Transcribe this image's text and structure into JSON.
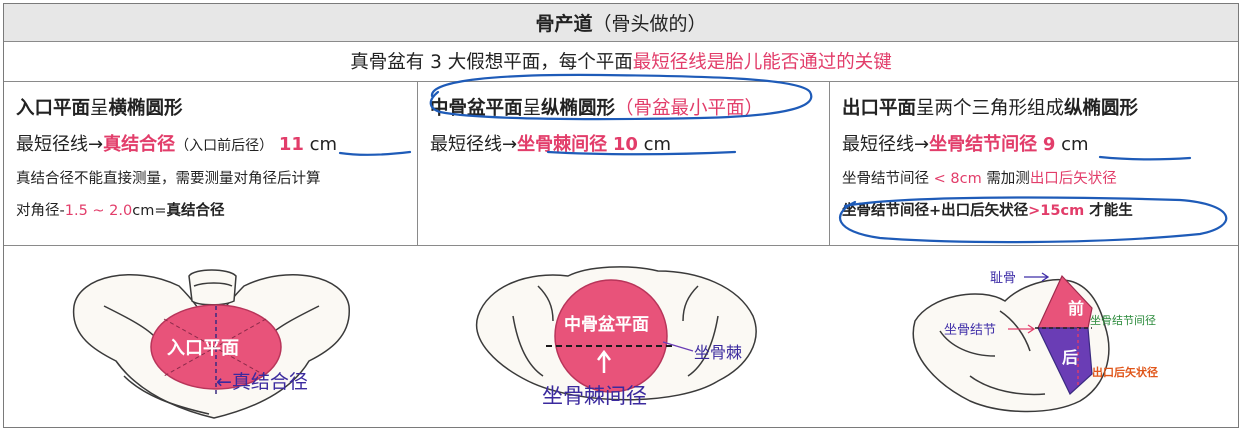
{
  "title": {
    "main": "骨产道",
    "paren": "（骨头做的）"
  },
  "subtitle": {
    "prefix": "真骨盆有 3 大假想平面，每个平面",
    "highlight": "最短径线是胎儿能否通过的关键"
  },
  "inlet": {
    "name": "入口平面",
    "connector": "呈",
    "shape": "横椭圆形",
    "shortest_label": "最短径线→",
    "shortest_name": "真结合径",
    "note": "（入口前后径）",
    "value": "11",
    "unit": "cm",
    "line3": "真结合径不能直接测量，需要测量对角径后计算",
    "line4_prefix": "对角径-",
    "line4_range": "1.5 ~ 2.0",
    "line4_suffix": "cm=",
    "line4_result": "真结合径",
    "figure_label": "入口平面",
    "pointer_label": "←真结合径"
  },
  "midpelvis": {
    "name": "中骨盆平面",
    "connector": "呈",
    "shape": "纵椭圆形",
    "note": "（骨盆最小平面）",
    "shortest_label": "最短径线→",
    "shortest_name": "坐骨棘间径",
    "value": "10",
    "unit": "cm",
    "figure_label": "中骨盆平面",
    "spine_label": "坐骨棘",
    "bottom_label": "坐骨棘间径"
  },
  "outlet": {
    "name": "出口平面",
    "connector": "呈两个三角形组成",
    "shape": "纵椭圆形",
    "shortest_label": "最短径线→",
    "shortest_name": "坐骨结节间径",
    "value": "9",
    "unit": "cm",
    "line3_prefix": "坐骨结节间径",
    "line3_cond": " < 8cm ",
    "line3_mid": "需加测",
    "line3_highlight": "出口后矢状径",
    "line4_a": "坐骨结节间径+出口后矢状径",
    "line4_b": ">15cm",
    "line4_c": " 才能生",
    "label_pubis": "耻骨",
    "label_tuber": "坐骨结节",
    "label_front": "前",
    "label_back": "后",
    "label_diam": "坐骨结节间径",
    "label_sag": "出口后矢状径"
  },
  "colors": {
    "accent_pink": "#e23d6a",
    "ink_blue": "#1e5bb8",
    "purple": "#6a3db5",
    "header_bg": "#e7e7e7"
  }
}
